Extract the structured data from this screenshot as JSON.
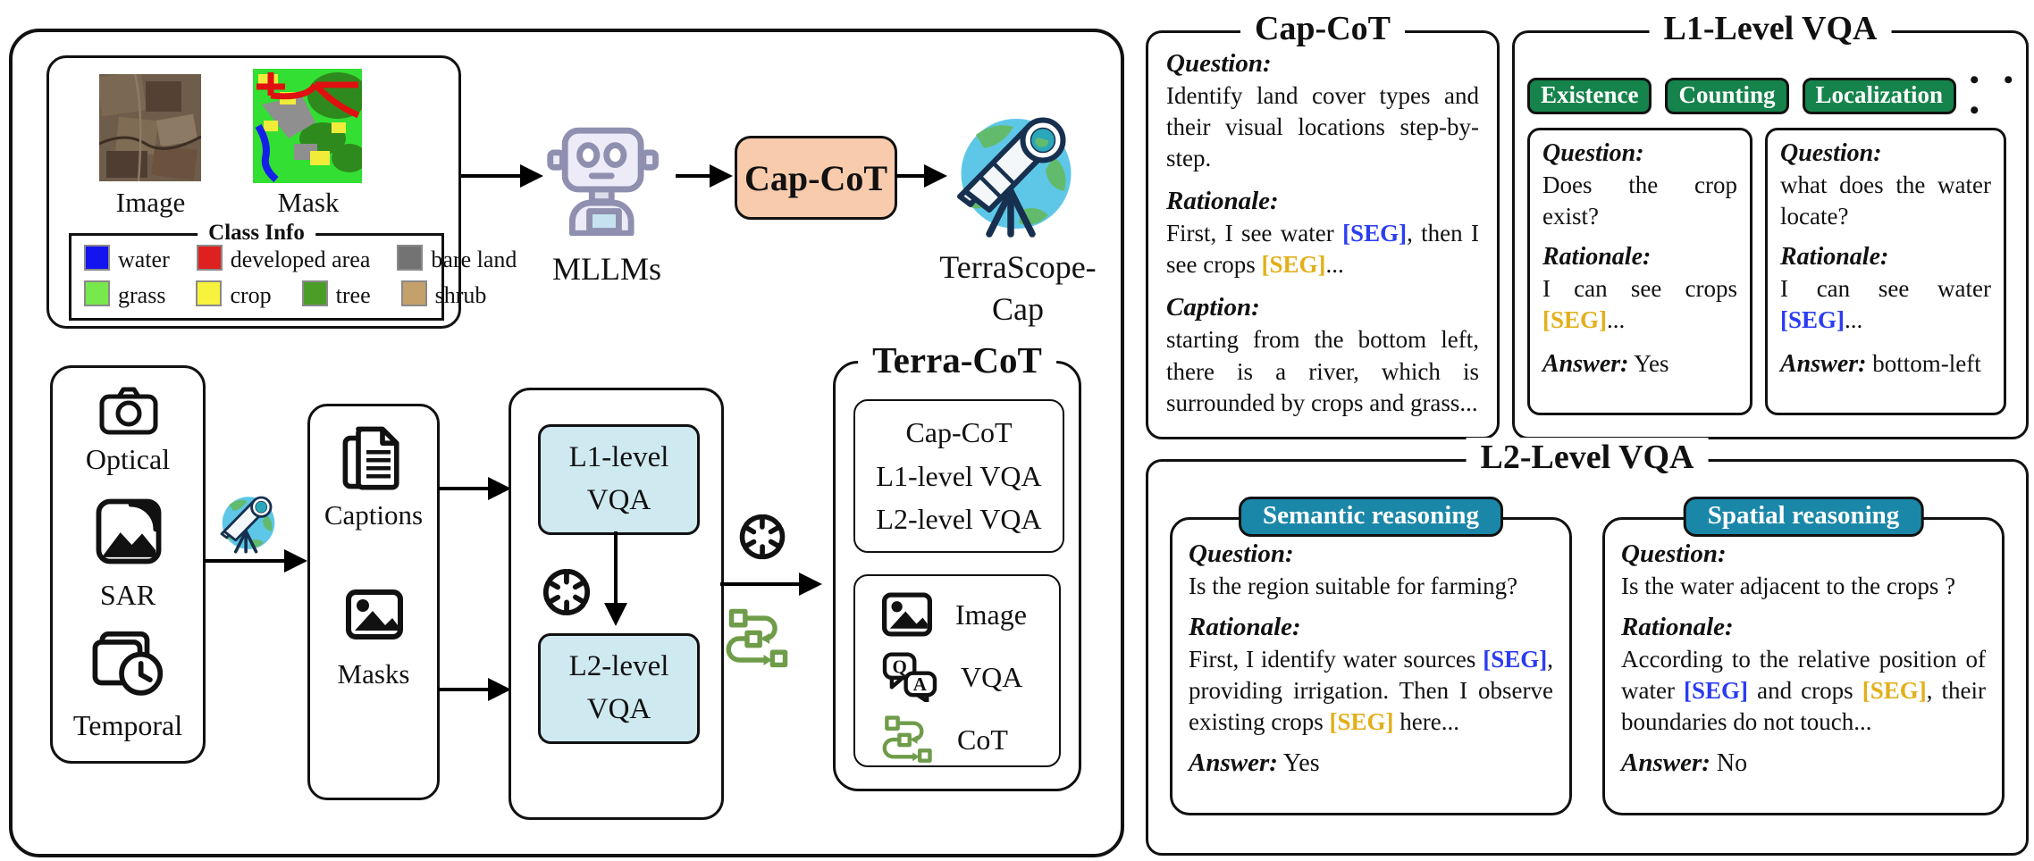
{
  "colors": {
    "seg_blue": "#2b3cf2",
    "seg_gold": "#e3af19",
    "badge_green": "#15834b",
    "badge_teal": "#1b87a8",
    "capcot_fill": "#f9cbad",
    "vqa_stage_fill": "#cfe9f1",
    "cot_green": "#6f9c49"
  },
  "left_panel": {
    "sample": {
      "image_label": "Image",
      "mask_label": "Mask",
      "class_info": {
        "title": "Class Info",
        "rows": [
          [
            {
              "label": "water",
              "color": "#1414f0"
            },
            {
              "label": "developed area",
              "color": "#de2020"
            },
            {
              "label": "bare land",
              "color": "#737373"
            }
          ],
          [
            {
              "label": "grass",
              "color": "#77e94c"
            },
            {
              "label": "crop",
              "color": "#f7f23c"
            },
            {
              "label": "tree",
              "color": "#4a9e28"
            },
            {
              "label": "shrub",
              "color": "#c4a06a"
            }
          ]
        ]
      }
    },
    "mllms_label": "MLLMs",
    "capcot_box_label": "Cap-CoT",
    "terrascope_line1": "TerraScope-",
    "terrascope_line2": "Cap",
    "modalities": [
      "Optical",
      "SAR",
      "Temporal"
    ],
    "inputs": [
      "Captions",
      "Masks"
    ],
    "vqa_stages": [
      {
        "line1": "L1-level",
        "line2": "VQA"
      },
      {
        "line1": "L2-level",
        "line2": "VQA"
      }
    ],
    "terra_cot": {
      "title": "Terra-CoT",
      "subsets": [
        "Cap-CoT",
        "L1-level VQA",
        "L2-level VQA"
      ],
      "components": [
        "Image",
        "VQA",
        "CoT"
      ]
    }
  },
  "cap_cot_panel": {
    "title": "Cap-CoT",
    "question_label": "Question:",
    "question": "Identify land cover types and their visual locations step-by-step.",
    "rationale_label": "Rationale:",
    "rationale": [
      {
        "t": "First, I see water "
      },
      {
        "t": "[SEG]",
        "c": "blue"
      },
      {
        "t": ", then I see crops "
      },
      {
        "t": "[SEG]",
        "c": "gold"
      },
      {
        "t": "..."
      }
    ],
    "caption_label": "Caption:",
    "caption": "starting from the bottom left, there is a river, which is surrounded by crops and grass..."
  },
  "l1_panel": {
    "title": "L1-Level VQA",
    "badges": [
      "Existence",
      "Counting",
      "Localization"
    ],
    "more": "• • •",
    "cards": [
      {
        "question_label": "Question:",
        "question": "Does the crop exist?",
        "rationale_label": "Rationale:",
        "rationale": [
          {
            "t": "I can see crops "
          },
          {
            "t": "[SEG]",
            "c": "gold"
          },
          {
            "t": "..."
          }
        ],
        "answer_label": "Answer:",
        "answer": "Yes"
      },
      {
        "question_label": "Question:",
        "question": "what does the water locate?",
        "rationale_label": "Rationale:",
        "rationale": [
          {
            "t": "I can see water "
          },
          {
            "t": "[SEG]",
            "c": "blue"
          },
          {
            "t": "..."
          }
        ],
        "answer_label": "Answer:",
        "answer": "bottom-left"
      }
    ]
  },
  "l2_panel": {
    "title": "L2-Level VQA",
    "cards": [
      {
        "badge": "Semantic reasoning",
        "question_label": "Question:",
        "question": "Is the region suitable for farming?",
        "rationale_label": "Rationale:",
        "rationale": [
          {
            "t": "First, I identify water sources "
          },
          {
            "t": "[SEG]",
            "c": "blue"
          },
          {
            "t": ", providing irrigation. Then I observe existing crops "
          },
          {
            "t": "[SEG]",
            "c": "gold"
          },
          {
            "t": " here..."
          }
        ],
        "answer_label": "Answer:",
        "answer": "Yes"
      },
      {
        "badge": "Spatial reasoning",
        "question_label": "Question:",
        "question": "Is the water adjacent to the crops ?",
        "rationale_label": "Rationale:",
        "rationale": [
          {
            "t": "According to the relative position of water "
          },
          {
            "t": "[SEG]",
            "c": "blue"
          },
          {
            "t": " and crops "
          },
          {
            "t": "[SEG]",
            "c": "gold"
          },
          {
            "t": ", their boundaries do not touch..."
          }
        ],
        "answer_label": "Answer:",
        "answer": "No"
      }
    ]
  }
}
